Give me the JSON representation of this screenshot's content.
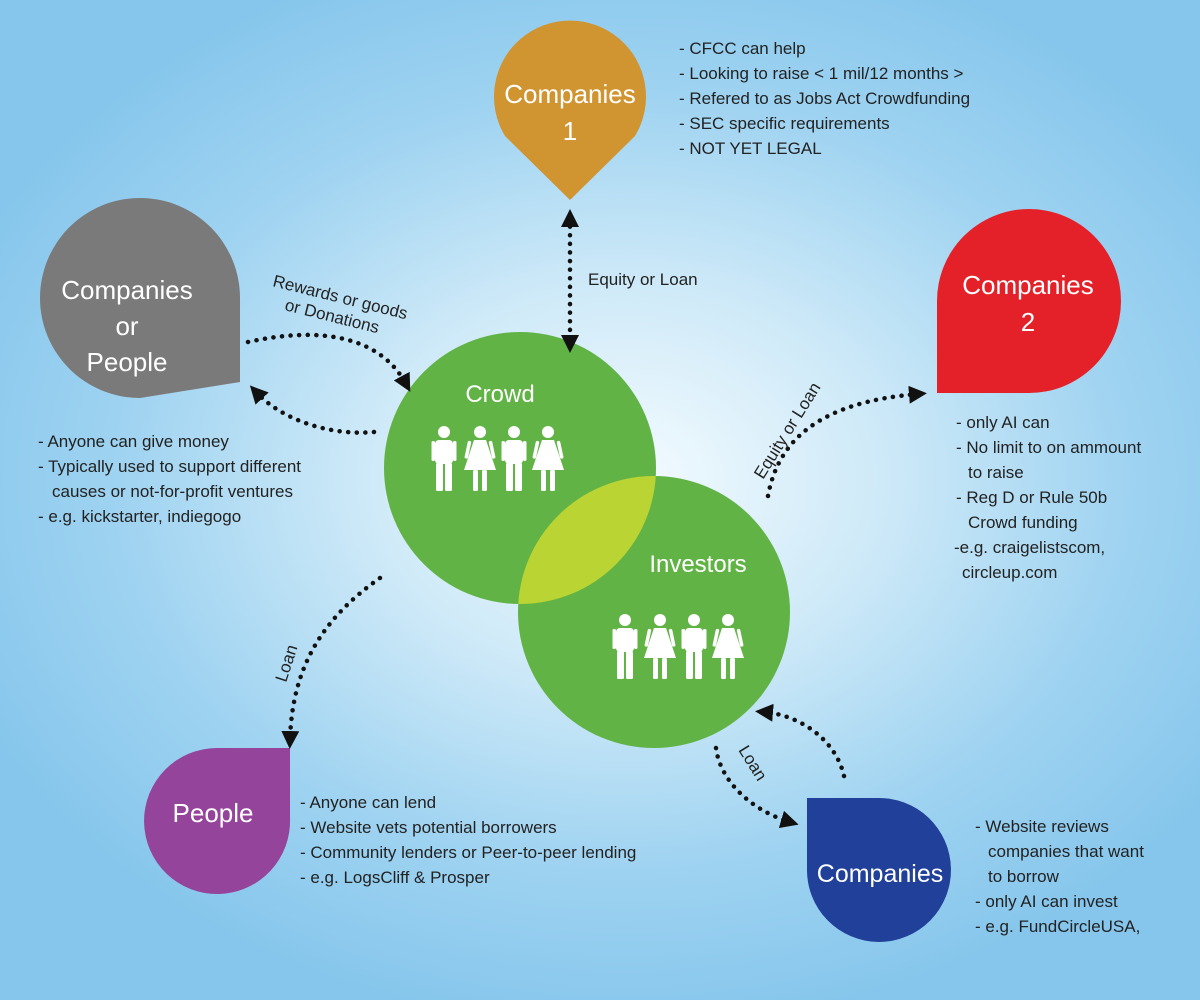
{
  "colors": {
    "companies1": "#d09431",
    "companies2": "#e42129",
    "companies_or_people": "#7a7a7a",
    "people": "#94449a",
    "companies": "#21409a",
    "circle": "#62b346",
    "overlap": "#b9d433"
  },
  "nodes": {
    "companies1": {
      "line1": "Companies",
      "line2": "1"
    },
    "companies2": {
      "line1": "Companies",
      "line2": "2"
    },
    "companies_or_people": {
      "line1": "Companies",
      "line2": "or",
      "line3": "People"
    },
    "people": {
      "line1": "People"
    },
    "companies": {
      "line1": "Companies"
    },
    "crowd": {
      "label": "Crowd"
    },
    "investors": {
      "label": "Investors"
    }
  },
  "edges": {
    "equity_or_loan_top": "Equity or Loan",
    "equity_or_loan_right": "Equity or Loan",
    "rewards_line1": "Rewards or goods",
    "rewards_line2": "or Donations",
    "loan_left": "Loan",
    "loan_bottom": "Loan"
  },
  "notes": {
    "companies1": [
      "- CFCC can help",
      "- Looking to raise < 1 mil/12 months >",
      "- Refered to as Jobs Act Crowdfunding",
      "- SEC specific requirements",
      "- NOT YET LEGAL"
    ],
    "companies2": [
      "- only AI can",
      "- No limit to on ammount",
      "to raise",
      "- Reg D or Rule 50b",
      "Crowd funding",
      "-e.g. craigelistscom,",
      "circleup.com"
    ],
    "companies_or_people": [
      "- Anyone can give money",
      "- Typically used to support different",
      "causes or not-for-profit ventures",
      "- e.g. kickstarter, indiegogo"
    ],
    "people": [
      "- Anyone can lend",
      "- Website vets potential borrowers",
      "- Community lenders or Peer-to-peer lending",
      "- e.g. LogsCliff & Prosper"
    ],
    "companies": [
      "- Website reviews",
      "companies that want",
      "to borrow",
      "- only AI can invest",
      "- e.g. FundCircleUSA,"
    ]
  }
}
